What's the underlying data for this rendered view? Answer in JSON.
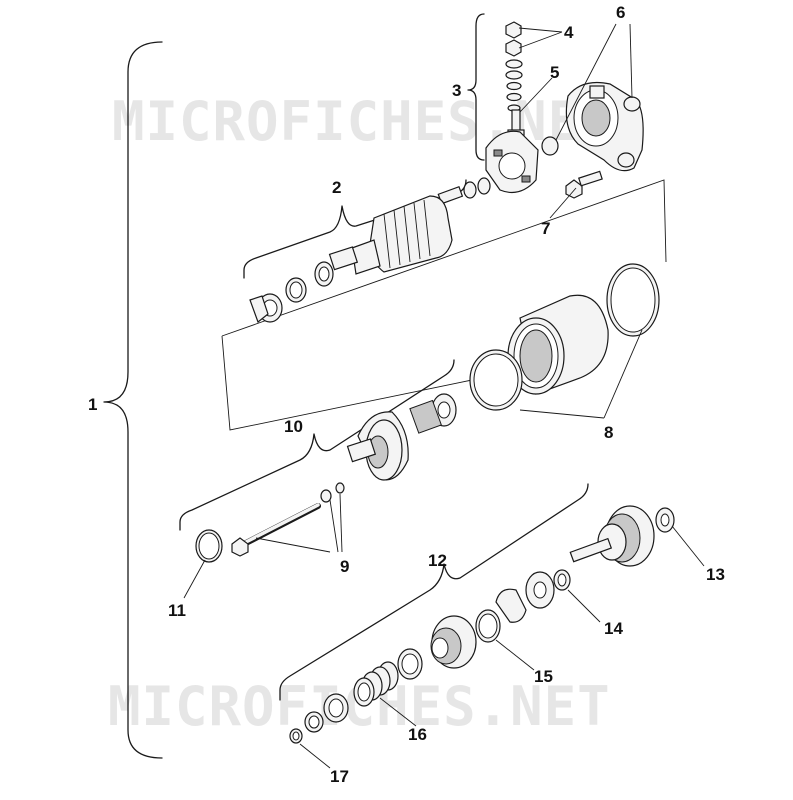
{
  "watermarks": [
    "MICROFICHES.NET",
    "MICROFICHES.NET"
  ],
  "callouts": {
    "c1": "1",
    "c2": "2",
    "c3": "3",
    "c4": "4",
    "c5": "5",
    "c6": "6",
    "c7": "7",
    "c8": "8",
    "c9": "9",
    "c10": "10",
    "c11": "11",
    "c12": "12",
    "c13": "13",
    "c14": "14",
    "c15": "15",
    "c16": "16",
    "c17": "17"
  }
}
